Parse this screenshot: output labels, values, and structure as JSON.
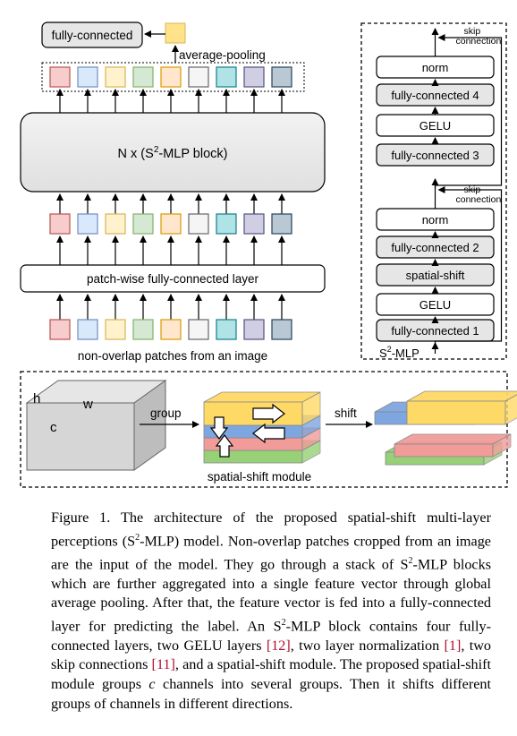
{
  "figure": {
    "left_panel": {
      "head_label": "fully-connected",
      "pool_label": "average-pooling",
      "block_label": "N x (S",
      "block_sup": "2",
      "block_suffix": "-MLP block)",
      "patchwise_label": "patch-wise fully-connected layer",
      "input_label": "non-overlap patches from an image",
      "patch_colors": [
        {
          "fill": "#f6cccc",
          "stroke": "#b85450"
        },
        {
          "fill": "#dae8fc",
          "stroke": "#6c8ebf"
        },
        {
          "fill": "#fff2cc",
          "stroke": "#d6b656"
        },
        {
          "fill": "#d5e8d4",
          "stroke": "#82b366"
        },
        {
          "fill": "#ffe6cc",
          "stroke": "#d79b00"
        },
        {
          "fill": "#f5f5f5",
          "stroke": "#666666"
        },
        {
          "fill": "#b0e3e6",
          "stroke": "#0e8088"
        },
        {
          "fill": "#d0cee2",
          "stroke": "#56517e"
        },
        {
          "fill": "#bac8d3",
          "stroke": "#23445d"
        }
      ],
      "pooled_color": {
        "fill": "#ffe28a",
        "stroke": "#d6b656"
      }
    },
    "right_panel": {
      "skip_label_1": "skip",
      "skip_label_2": "connection",
      "layers_upper": [
        "norm",
        "fully-connected 4",
        "GELU",
        "fully-connected 3"
      ],
      "layers_lower": [
        "norm",
        "fully-connected 2",
        "spatial-shift",
        "GELU",
        "fully-connected 1"
      ],
      "shaded_layers": [
        "fully-connected 4",
        "fully-connected 3",
        "fully-connected 2",
        "spatial-shift",
        "fully-connected 1"
      ],
      "footer_prefix": "S",
      "footer_sup": "2",
      "footer_suffix": "-MLP"
    },
    "bottom_panel": {
      "cube_h": "h",
      "cube_w": "w",
      "cube_c": "c",
      "group_label": "group",
      "shift_label": "shift",
      "module_label": "spatial-shift module",
      "group_colors": [
        "#ffd966",
        "#7ea6e0",
        "#f19c99",
        "#97d077"
      ]
    }
  },
  "caption": {
    "p1": "Figure 1. The architecture of the proposed spatial-shift multi-layer perceptions (S",
    "p2": "-MLP) model. Non-overlap patches cropped from an image are the input of the model. They go through a stack of S",
    "p3": "-MLP blocks which are further aggregated into a single feature vector through global average pooling. After that, the feature vector is fed into a fully-connected layer for predicting the label.  An S",
    "p4": "-MLP block contains four fully-connected layers, two GELU layers ",
    "ref1": "[12]",
    "p5": ", two layer normalization ",
    "ref2": "[1]",
    "p6": ", two skip connections ",
    "ref3": "[11]",
    "p7": ", and a spatial-shift module.  The proposed spatial-shift module groups ",
    "var_c": "c",
    "p8": " channels into several groups.  Then it shifts different groups of channels in different directions.",
    "sup": "2"
  }
}
